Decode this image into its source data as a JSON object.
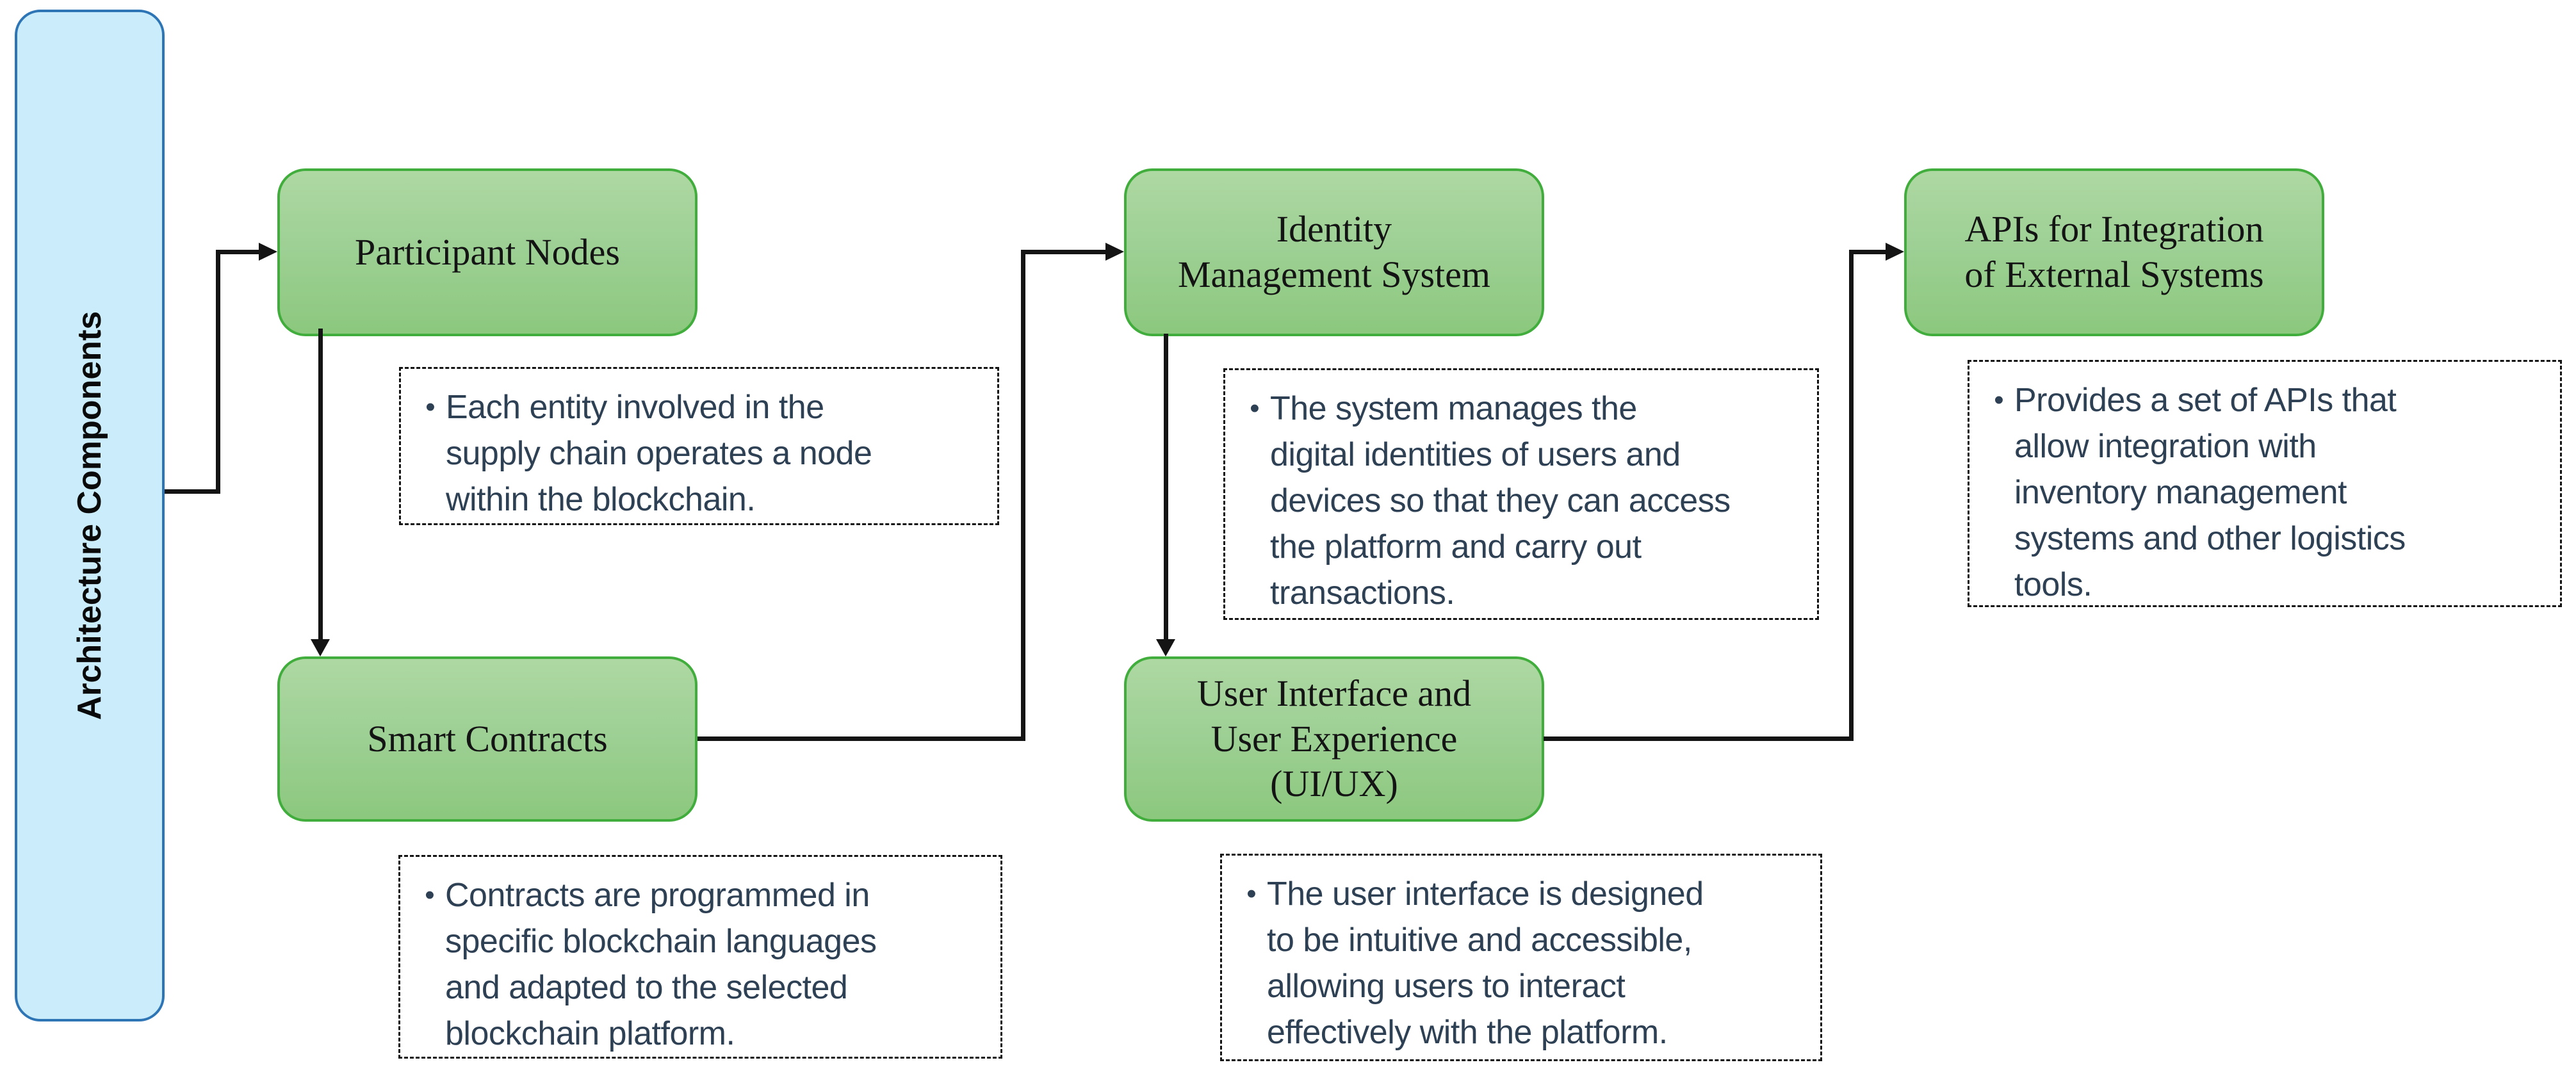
{
  "sidebar": {
    "label": "Architecture Components"
  },
  "bullet_char": "•",
  "nodes": [
    {
      "id": "participant-nodes",
      "title": "Participant Nodes",
      "desc": "Each entity involved in the\nsupply chain operates a node\nwithin the blockchain."
    },
    {
      "id": "smart-contracts",
      "title": "Smart Contracts",
      "desc": "Contracts are programmed in\nspecific blockchain languages\nand adapted to the selected\nblockchain platform."
    },
    {
      "id": "identity-management-system",
      "title": "Identity\nManagement System",
      "desc": "The system manages the\ndigital identities of users and\ndevices so that they can access\nthe platform and carry out\ntransactions."
    },
    {
      "id": "ui-ux",
      "title": "User Interface and\nUser Experience\n(UI/UX)",
      "desc": "The user interface is designed\nto be intuitive and accessible,\nallowing users to interact\neffectively with the platform."
    },
    {
      "id": "apis-external-systems",
      "title": "APIs for Integration\nof External Systems",
      "desc": "Provides a set of APIs that\nallow integration with\ninventory management\nsystems and other logistics\ntools."
    }
  ],
  "colors": {
    "node_fill_top": "#aed8a2",
    "node_fill_bottom": "#8cc87e",
    "node_border": "#41ad3c",
    "sidebar_fill": "#cbecfb",
    "sidebar_border": "#2e75b6",
    "note_text": "#2e4054",
    "connector": "#141414"
  }
}
